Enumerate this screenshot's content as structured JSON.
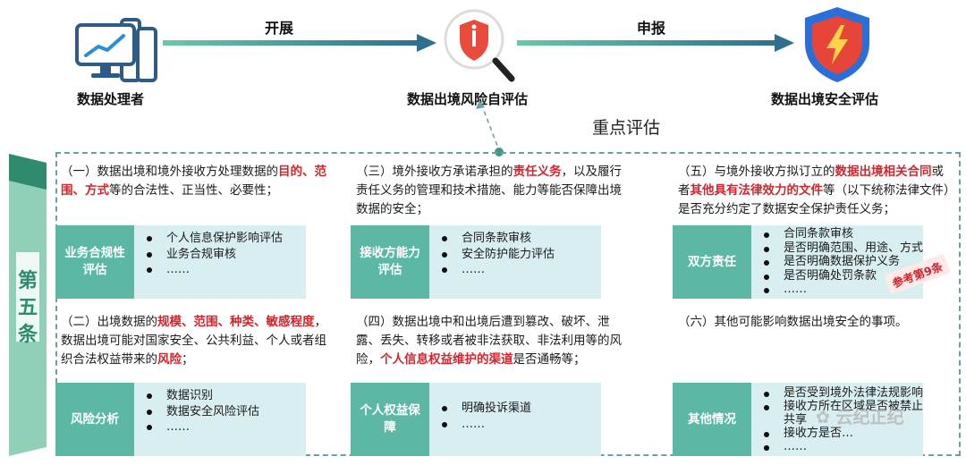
{
  "flow": {
    "node1_label": "数据处理者",
    "node2_label": "数据出境风险自评估",
    "node3_label": "数据出境安全评估",
    "arrow1_label": "开展",
    "arrow2_label": "申报",
    "focus_label": "重点评估"
  },
  "side_label": [
    "第",
    "五",
    "条"
  ],
  "sections": {
    "s1": {
      "text_parts": [
        "（一）数据出境和境外接收方处理数据的",
        "目的、范围、方式",
        "等的合法性、正当性、必要性；"
      ],
      "panel_title": "业务合规性评估",
      "items": [
        "个人信息保护影响评估",
        "业务合规审核",
        "……"
      ]
    },
    "s2": {
      "text_parts": [
        "（二）出境数据的",
        "规模、范围、种类、敏感程度",
        "，数据出境可能对国家安全、公共利益、个人或者组织合法权益带来的",
        "风险",
        "；"
      ],
      "panel_title": "风险分析",
      "items": [
        "数据识别",
        "数据安全风险评估",
        "……"
      ]
    },
    "s3": {
      "text_parts": [
        "（三）境外接收方承诺承担的",
        "责任义务",
        "，以及履行责任义务的管理和技术措施、能力等能否保障出境数据的安全；"
      ],
      "panel_title": "接收方能力评估",
      "items": [
        "合同条款审核",
        "安全防护能力评估",
        "……"
      ]
    },
    "s4": {
      "text_parts": [
        "（四）数据出境中和出境后遭到篡改、破坏、泄露、丢失、转移或者被非法获取、非法利用等的风险，",
        "个人信息权益维护的渠道",
        "是否通畅等；"
      ],
      "panel_title": "个人权益保障",
      "items": [
        "明确投诉渠道",
        "……"
      ]
    },
    "s5": {
      "text_parts": [
        "（五）与境外接收方拟订立的",
        "数据出境相关合同",
        "或者",
        "其他具有法律效力的文件",
        "等（以下统称法律文件）是否充分约定了数据安全保护责任义务；"
      ],
      "panel_title": "双方责任",
      "items": [
        "合同条款审核",
        "是否明确范围、用途、方式",
        "是否明确数据保护义务",
        "是否明确处罚条款",
        "……"
      ],
      "badge": "参考第9条"
    },
    "s6": {
      "text": "（六）其他可能影响数据出境安全的事项。",
      "panel_title": "其他情况",
      "items": [
        "是否受到境外法律法规影响",
        "接收方所在区域是否被禁止共享",
        "接收方是否…",
        "",
        "……"
      ]
    }
  },
  "watermark": "云纪正纪"
}
